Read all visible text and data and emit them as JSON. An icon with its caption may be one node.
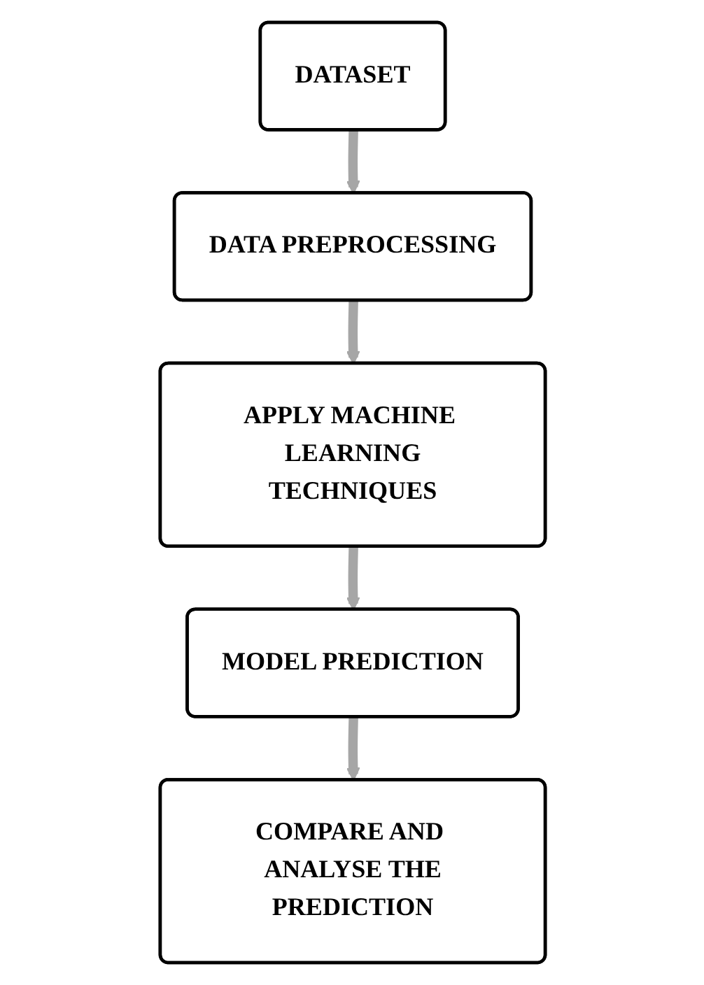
{
  "diagram": {
    "nodes": [
      {
        "text": [
          "DATASET"
        ]
      },
      {
        "text": [
          "DATA PREPROCESSING"
        ]
      },
      {
        "text": [
          "APPLY MACHINE LEARNING TECHNIQUES"
        ]
      },
      {
        "text": [
          "MODEL PREDICTION"
        ]
      },
      {
        "text": [
          "COMPARE AND ANALYSE THE PREDICTION"
        ]
      }
    ],
    "edges": [
      {
        "from": 0,
        "to": 1,
        "arrow": "to"
      },
      {
        "from": 1,
        "to": 2,
        "arrow": "to"
      },
      {
        "from": 2,
        "to": 3,
        "arrow": "to"
      },
      {
        "from": 3,
        "to": 4,
        "arrow": "to"
      }
    ]
  }
}
